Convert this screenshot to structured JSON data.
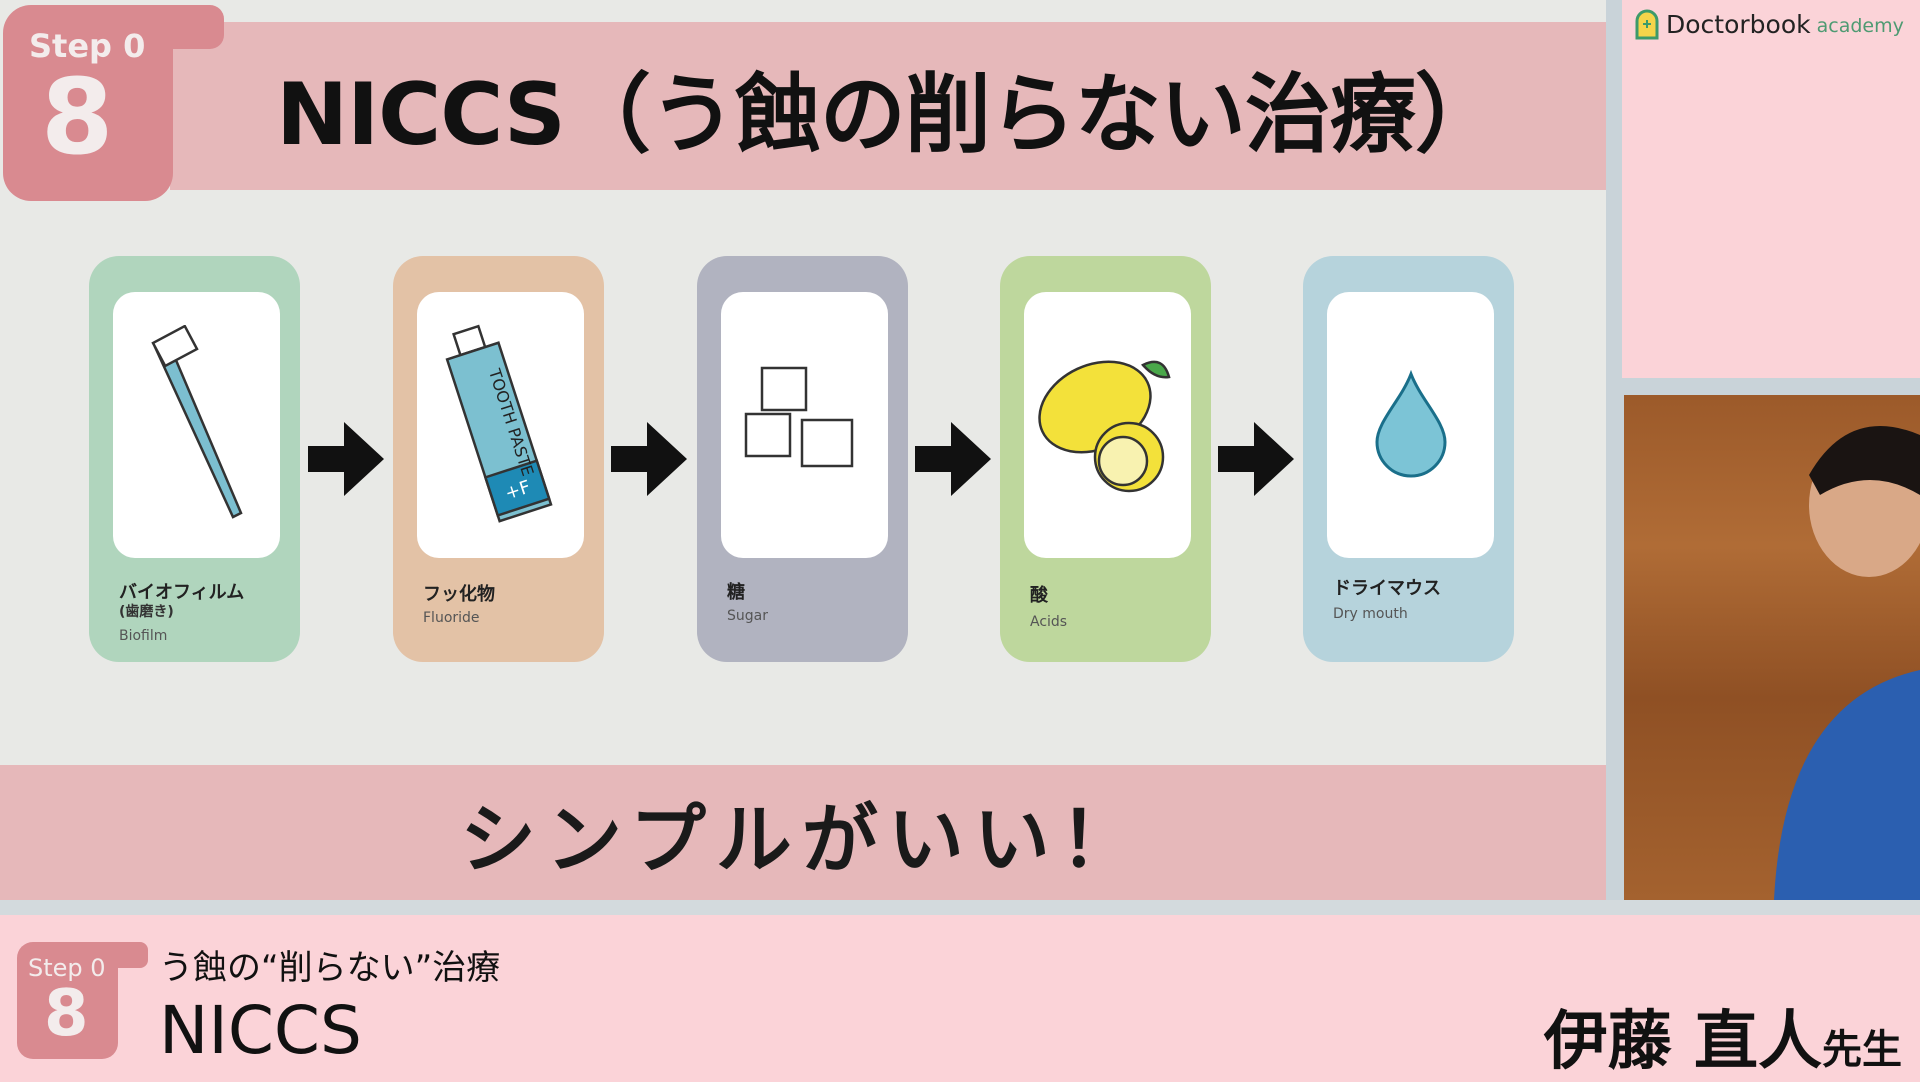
{
  "slide": {
    "badge": {
      "step_label": "Step 0",
      "number": "8"
    },
    "title": "NICCS（う蝕の削らない治療）",
    "cards": [
      {
        "jp": "バイオフィルム",
        "sub": "(歯磨き)",
        "en": "Biofilm",
        "icon": "toothbrush-icon",
        "color": "#b0d5bd"
      },
      {
        "jp": "フッ化物",
        "en": "Fluoride",
        "icon": "toothpaste-icon",
        "color": "#e3c2a6"
      },
      {
        "jp": "糖",
        "en": "Sugar",
        "icon": "sugar-cubes-icon",
        "color": "#b1b3c0"
      },
      {
        "jp": "酸",
        "en": "Acids",
        "icon": "lemon-icon",
        "color": "#bed79d"
      },
      {
        "jp": "ドライマウス",
        "en": "Dry mouth",
        "icon": "water-drop-icon",
        "color": "#b6d3dc"
      }
    ],
    "toothpaste_label": "TOOTH PASTE",
    "toothpaste_badge": "+F",
    "banner": "シンプルがいい！"
  },
  "logo": {
    "brand": "Doctorbook",
    "suffix": "academy"
  },
  "lower_third": {
    "badge": {
      "step_label": "Step 0",
      "number": "8"
    },
    "subtitle": "う蝕の“削らない”治療",
    "lesson_name": "NICCS",
    "teacher_name": "伊藤 直人",
    "teacher_honorific": "先生"
  }
}
